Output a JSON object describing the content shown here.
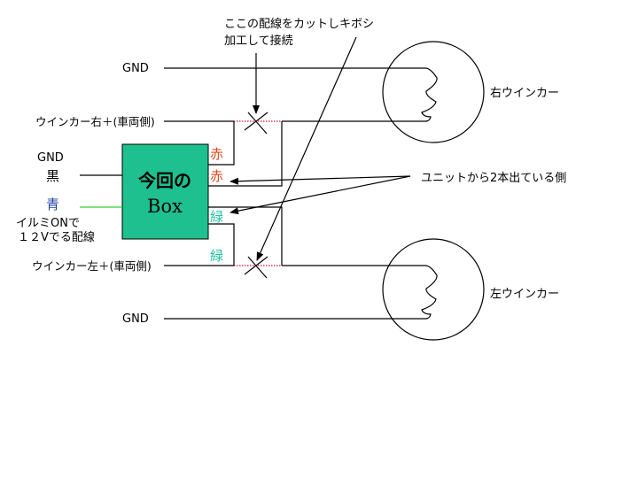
{
  "annotation_cut": [
    "ここの配線をカットしキボシ",
    "加工して接続"
  ],
  "annotation_unit": "ユニットから2本出ている側",
  "left_labels": {
    "gnd_top": "GND",
    "winker_right": "ウインカー右＋(車両側)",
    "gnd_box": "GND",
    "black": "黒",
    "blue": "青",
    "illumi": [
      "イルミONで",
      "１２Vでる配線"
    ],
    "winker_left": "ウインカー左＋(車両側)",
    "gnd_bottom": "GND"
  },
  "box": {
    "line1": "今回の",
    "line2": "Box",
    "color": "#1ec08f"
  },
  "wire_labels": {
    "red1": "赤",
    "red2": "赤",
    "green1": "緑",
    "green2": "緑"
  },
  "bulbs": {
    "right": "右ウインカー",
    "left": "左ウインカー"
  },
  "colors": {
    "red_label": "#e04a20",
    "green_label": "#20c0a0",
    "blue_label": "#2040a0",
    "illumi_wire": "#30d030",
    "cut_wire": "#d01030"
  }
}
